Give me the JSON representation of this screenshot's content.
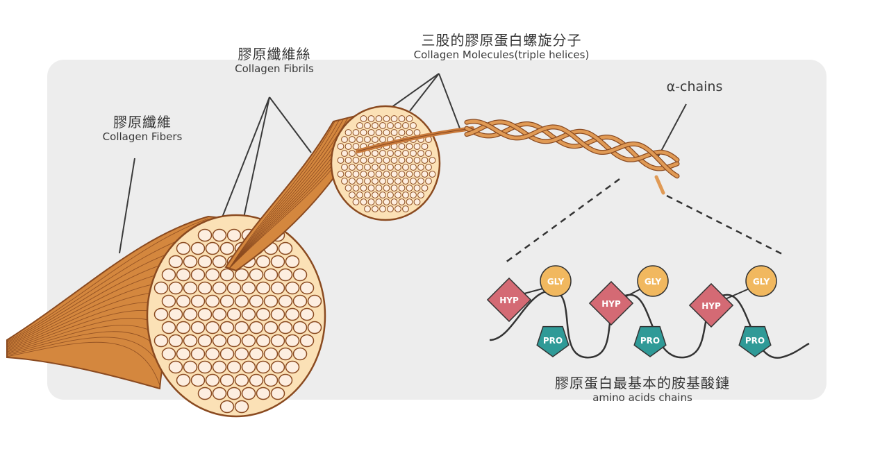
{
  "labels": {
    "fibers": {
      "zh": "膠原纖維",
      "en": "Collagen Fibers"
    },
    "fibrils": {
      "zh": "膠原纖維絲",
      "en": "Collagen Fibrils"
    },
    "molecules": {
      "zh": "三股的膠原蛋白螺旋分子",
      "en": "Collagen Molecules(triple helices)"
    },
    "alpha": {
      "en": "α-chains"
    },
    "amino": {
      "zh": "膠原蛋白最基本的胺基酸鏈",
      "en": "amino acids chains"
    }
  },
  "amino_units": [
    {
      "top": "GLY",
      "left": "HYP",
      "bottom": "PRO"
    },
    {
      "top": "GLY",
      "left": "HYP",
      "bottom": "PRO"
    },
    {
      "top": "GLY",
      "left": "HYP",
      "bottom": "PRO"
    }
  ],
  "colors": {
    "panel": "#ededed",
    "fiber_orange": "#d4873e",
    "fiber_stroke": "#8a4a20",
    "fibril_cream": "#fbe1b6",
    "fibril_fill": "#fdeee0",
    "gly": "#f1b85f",
    "hyp": "#d46a74",
    "pro": "#2f9a97"
  }
}
